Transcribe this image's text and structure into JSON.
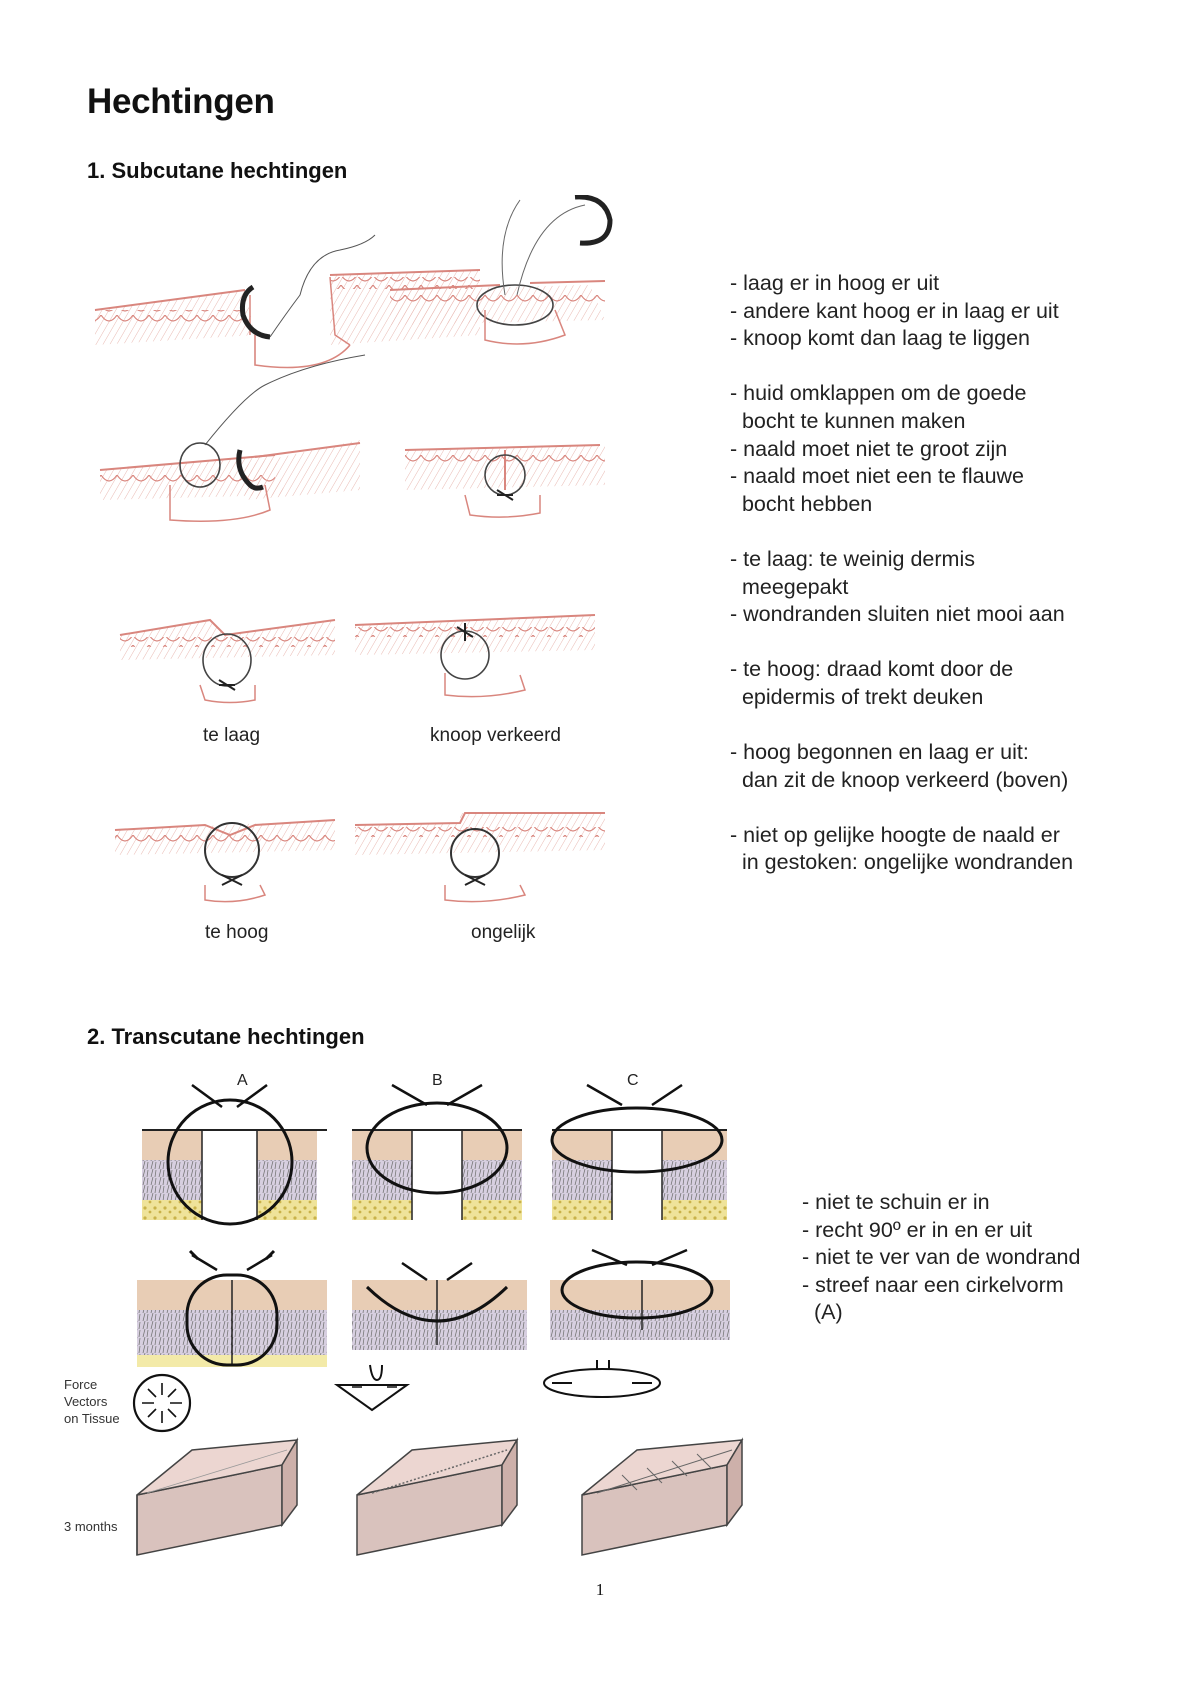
{
  "document": {
    "title": "Hechtingen",
    "page_number": "1"
  },
  "section1": {
    "heading": "1. Subcutane hechtingen",
    "figure_labels": {
      "te_laag": "te laag",
      "knoop_verkeerd": "knoop verkeerd",
      "te_hoog": "te hoog",
      "ongelijk": "ongelijk"
    },
    "notes": [
      [
        "- laag er in hoog er uit",
        "- andere kant hoog er in laag er uit",
        "- knoop komt dan laag te liggen"
      ],
      [
        "- huid omklappen om de goede",
        "  bocht te kunnen maken",
        "- naald moet niet te groot zijn",
        "- naald moet niet een te flauwe",
        "  bocht hebben"
      ],
      [
        "- te laag: te weinig dermis",
        "  meegepakt",
        "- wondranden sluiten niet mooi aan"
      ],
      [
        "- te hoog: draad komt door de",
        "  epidermis of trekt deuken"
      ],
      [
        "- hoog begonnen en laag er uit:",
        "  dan zit de knoop verkeerd (boven)"
      ],
      [
        "- niet op gelijke hoogte de naald er",
        "  in gestoken: ongelijke wondranden"
      ]
    ]
  },
  "section2": {
    "heading": "2. Transcutane hechtingen",
    "figure_labels": {
      "a": "A",
      "b": "B",
      "c": "C",
      "force_vectors": [
        "Force",
        "Vectors",
        "on Tissue"
      ],
      "three_months": "3 months"
    },
    "notes": [
      [
        "- niet te schuin er in",
        "- recht 90º er in en er uit",
        "- niet te ver van de wondrand",
        "- streef naar een cirkelvorm",
        "  (A)"
      ]
    ]
  },
  "colors": {
    "skin_line": "#d9867e",
    "skin_fill": "#f6dcd7",
    "thread": "#333333",
    "tissue_top": "#e8cdb5",
    "tissue_mid": "#c9c1d6",
    "fat": "#efe39a"
  }
}
